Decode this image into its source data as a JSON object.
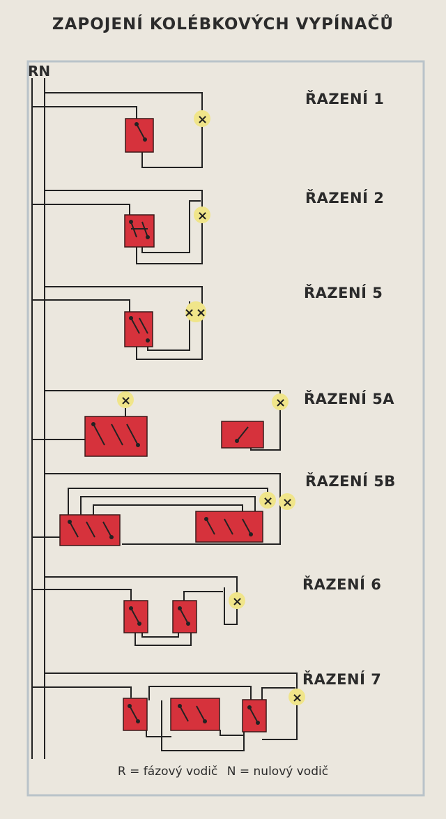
{
  "title": "ZAPOJENÍ KOLÉBKOVÝCH VYPÍNAČŮ",
  "bus_label": "RN",
  "sections": [
    {
      "label": "ŘAZENÍ 1"
    },
    {
      "label": "ŘAZENÍ 2"
    },
    {
      "label": "ŘAZENÍ 5"
    },
    {
      "label": "ŘAZENÍ 5A"
    },
    {
      "label": "ŘAZENÍ 5B"
    },
    {
      "label": "ŘAZENÍ 6"
    },
    {
      "label": "ŘAZENÍ 7"
    }
  ],
  "legend": {
    "r": "R = fázový vodič",
    "n": "N = nulový vodič"
  },
  "colors": {
    "switch": "#d6323c",
    "lamp_halo": "#f0e58a",
    "wire": "#222222",
    "paper": "#ebe7de"
  },
  "icons": {
    "lamp": "lamp-cross-icon",
    "switch": "rocker-switch-icon"
  }
}
